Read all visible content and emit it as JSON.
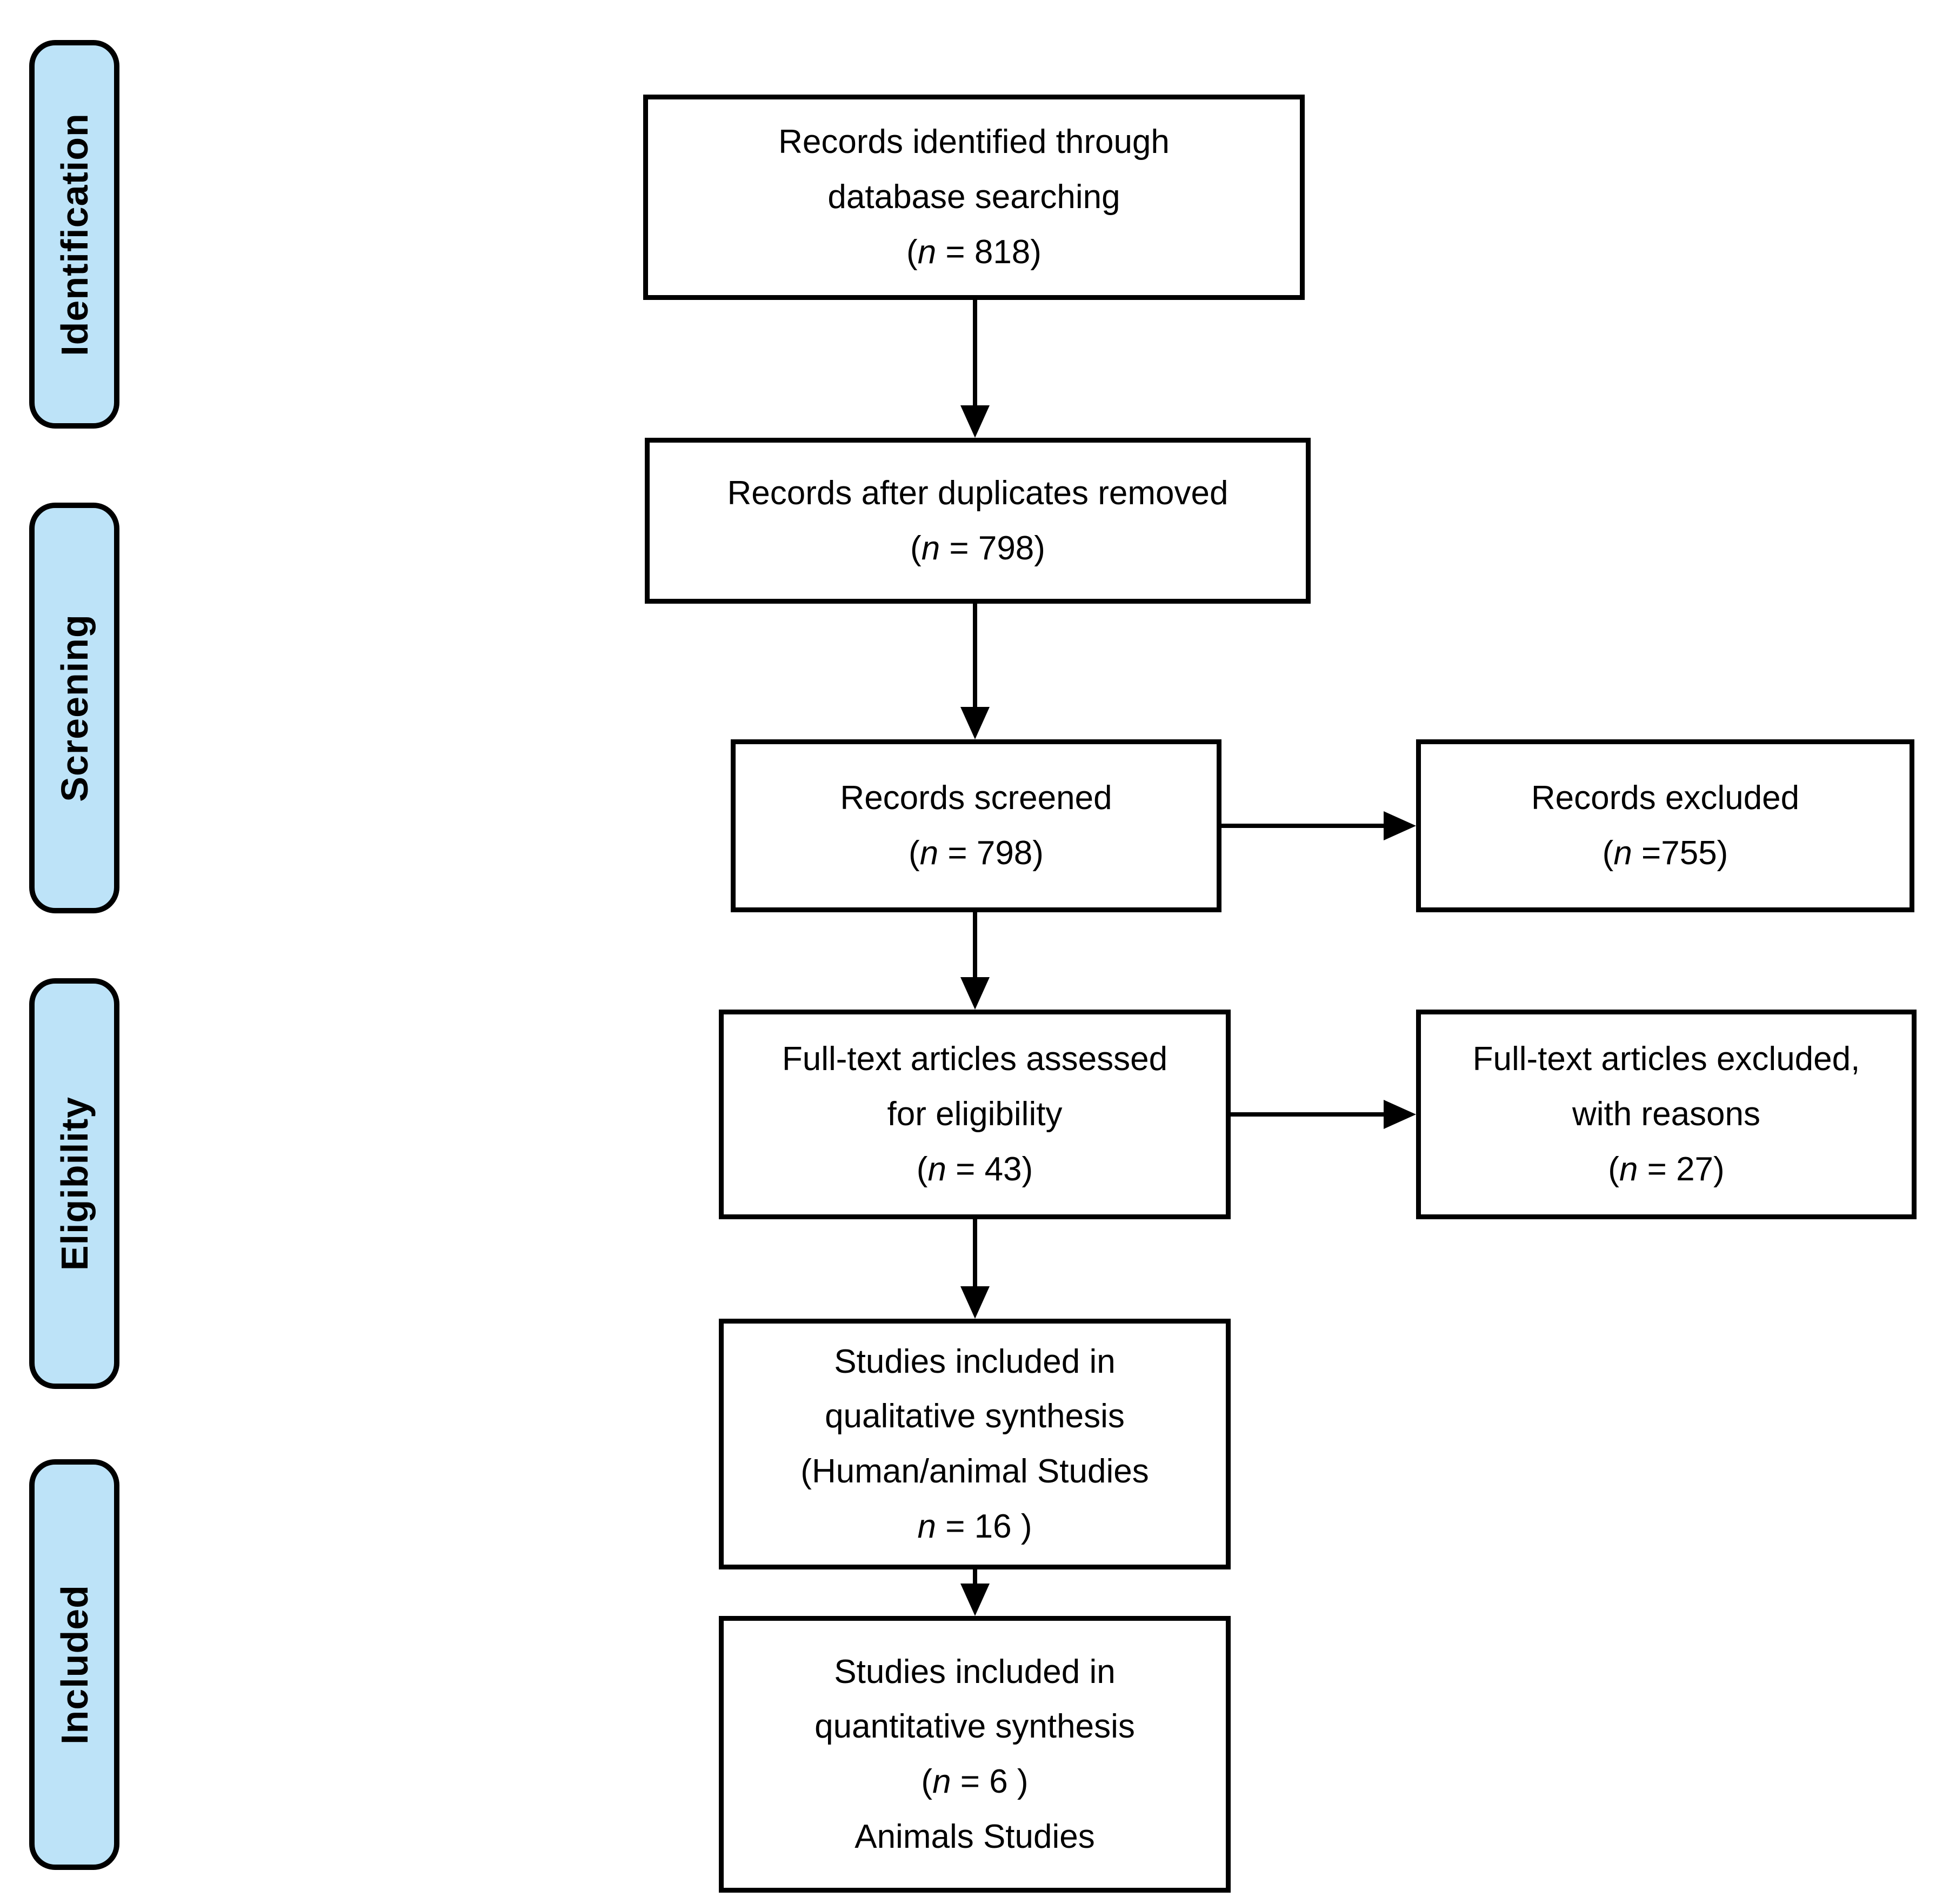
{
  "colors": {
    "stage_fill": "#BDE3F8",
    "line_color": "#000000"
  },
  "stages": [
    {
      "label": "Identification"
    },
    {
      "label": "Screening"
    },
    {
      "label": "Eligibility"
    },
    {
      "label": "Included"
    }
  ],
  "boxes": {
    "identified": {
      "line1": "Records identified through",
      "line2": "database searching",
      "n_open": "(",
      "n_var": "n",
      "n_rest": " = 818)"
    },
    "duplicates_removed": {
      "line1": "Records after duplicates removed",
      "n_open": "(",
      "n_var": "n",
      "n_rest": " = 798)"
    },
    "screened": {
      "line1": "Records screened",
      "n_open": "(",
      "n_var": "n",
      "n_rest": " = 798)"
    },
    "records_excluded": {
      "line1": "Records excluded",
      "n_open": "(",
      "n_var": "n",
      "n_rest": " =755)"
    },
    "fulltext_assessed": {
      "line1": "Full-text articles assessed",
      "line2": "for eligibility",
      "n_open": "(",
      "n_var": "n",
      "n_rest": " = 43)"
    },
    "fulltext_excluded": {
      "line1": "Full-text articles excluded,",
      "line2": "with reasons",
      "n_open": "(",
      "n_var": "n",
      "n_rest": " = 27)"
    },
    "qualitative_synthesis": {
      "line1": "Studies included in",
      "line2": "qualitative synthesis",
      "line3": "(Human/animal Studies",
      "n_open": "",
      "n_var": "n",
      "n_rest": " = 16 )"
    },
    "quantitative_synthesis": {
      "line1": "Studies included in",
      "line2": "quantitative synthesis",
      "n_open": "(",
      "n_var": "n",
      "n_rest": " = 6 )",
      "line4": "Animals Studies"
    }
  }
}
